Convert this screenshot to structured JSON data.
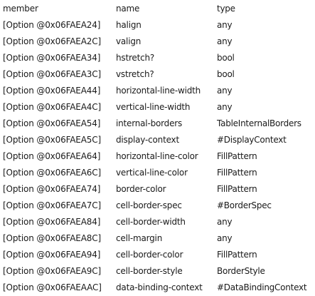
{
  "columns": {
    "member": "member",
    "name": "name",
    "type": "type"
  },
  "rows": [
    {
      "member": "[Option @0x06FAEA24]",
      "name": "halign",
      "type": "any"
    },
    {
      "member": "[Option @0x06FAEA2C]",
      "name": "valign",
      "type": "any"
    },
    {
      "member": "[Option @0x06FAEA34]",
      "name": "hstretch?",
      "type": "bool"
    },
    {
      "member": "[Option @0x06FAEA3C]",
      "name": "vstretch?",
      "type": "bool"
    },
    {
      "member": "[Option @0x06FAEA44]",
      "name": "horizontal-line-width",
      "type": "any"
    },
    {
      "member": "[Option @0x06FAEA4C]",
      "name": "vertical-line-width",
      "type": "any"
    },
    {
      "member": "[Option @0x06FAEA54]",
      "name": "internal-borders",
      "type": "TableInternalBorders"
    },
    {
      "member": "[Option @0x06FAEA5C]",
      "name": "display-context",
      "type": "#DisplayContext"
    },
    {
      "member": "[Option @0x06FAEA64]",
      "name": "horizontal-line-color",
      "type": "FillPattern"
    },
    {
      "member": "[Option @0x06FAEA6C]",
      "name": "vertical-line-color",
      "type": "FillPattern"
    },
    {
      "member": "[Option @0x06FAEA74]",
      "name": "border-color",
      "type": "FillPattern"
    },
    {
      "member": "[Option @0x06FAEA7C]",
      "name": "cell-border-spec",
      "type": "#BorderSpec"
    },
    {
      "member": "[Option @0x06FAEA84]",
      "name": "cell-border-width",
      "type": "any"
    },
    {
      "member": "[Option @0x06FAEA8C]",
      "name": "cell-margin",
      "type": "any"
    },
    {
      "member": "[Option @0x06FAEA94]",
      "name": "cell-border-color",
      "type": "FillPattern"
    },
    {
      "member": "[Option @0x06FAEA9C]",
      "name": "cell-border-style",
      "type": "BorderStyle"
    },
    {
      "member": "[Option @0x06FAEAAC]",
      "name": "data-binding-context",
      "type": "#DataBindingContext"
    }
  ]
}
